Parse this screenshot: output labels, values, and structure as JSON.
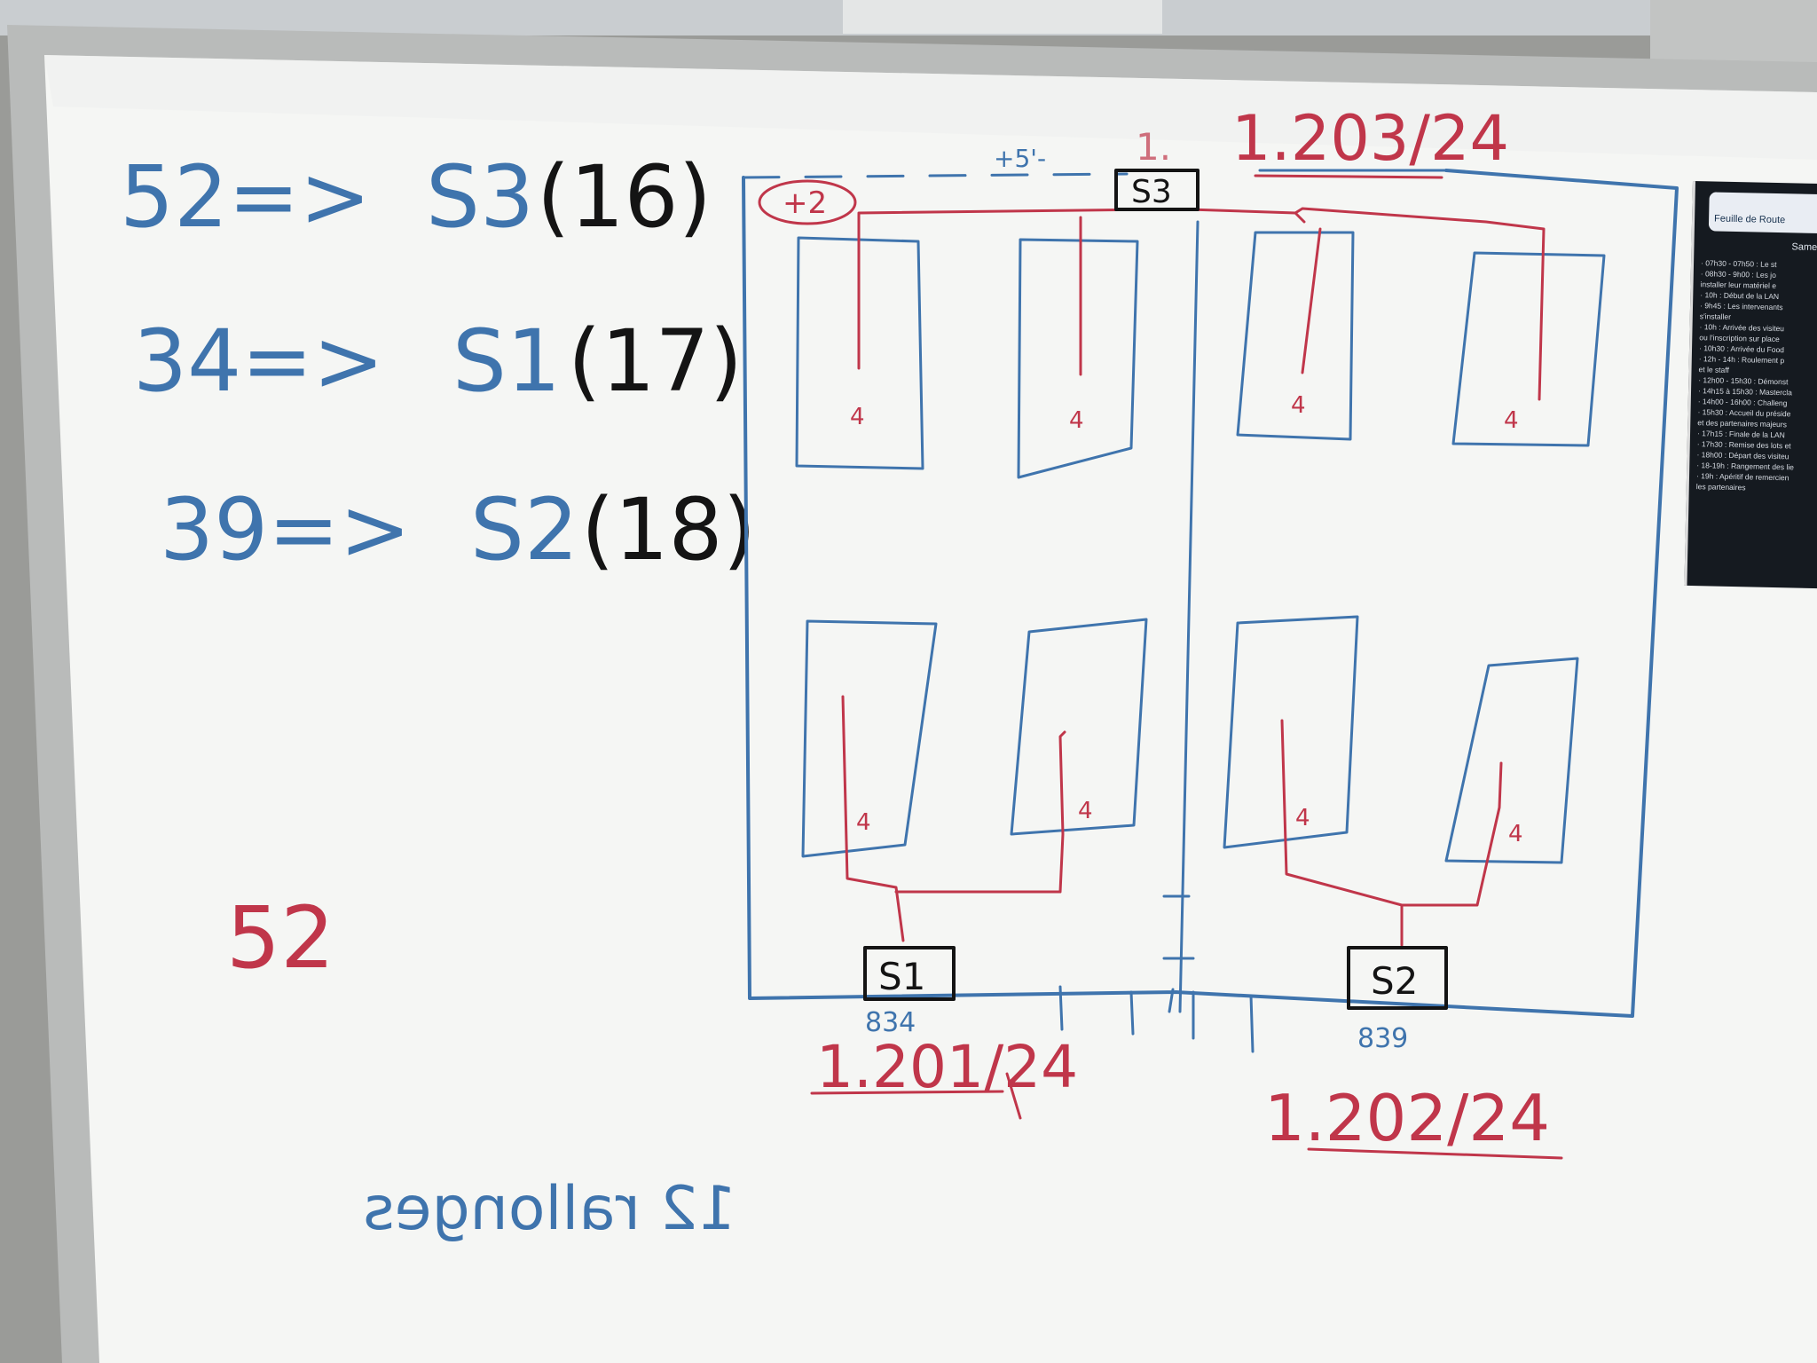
{
  "board": {
    "equations": [
      {
        "text": "52 => S3(16)"
      },
      {
        "text": "34 => S1(17)"
      },
      {
        "text": "39 => S2(18)"
      }
    ],
    "red_note": "52",
    "mirrored_note": "12 rallonges",
    "top_label": "1.203/24",
    "top_label_prefix": "1.",
    "dimension_note": "+5'-",
    "plus_two": "+2",
    "server_labels": {
      "s1": "S1",
      "s2": "S2",
      "s3": "S3"
    },
    "outlet_mark": "4",
    "room_1_number": "1.201/24",
    "room_2_number": "1.202/24",
    "room_1_count": "834",
    "room_2_count": "839",
    "colors": {
      "blue": "#3f74ad",
      "red": "#c0364a",
      "black": "#141414"
    }
  },
  "sheet": {
    "title": "Feuille de Route",
    "day": "Same",
    "lines": [
      "· 07h30 - 07h50 : Le st",
      "· 08h30 - 9h00 : Les jo",
      "installer leur matériel e",
      "· 10h : Début de la LAN",
      "· 9h45 : Les intervenants",
      "s'installer",
      "· 10h : Arrivée des visiteu",
      "ou l'inscription sur place",
      "· 10h30 : Arrivée du Food",
      "· 12h - 14h : Roulement p",
      "et le staff",
      "· 12h00 - 15h30 : Démonst",
      "· 14h15 à 15h30 : Mastercla",
      "· 14h00 - 16h00 : Challeng",
      "· 15h30 : Accueil du préside",
      "et des partenaires majeurs",
      "· 17h15 : Finale de la LAN",
      "· 17h30 : Remise des lots et",
      "· 18h00 : Départ des visiteu",
      "· 18-19h : Rangement des lie",
      "· 19h : Apéritif de remercien",
      "les partenaires"
    ]
  }
}
